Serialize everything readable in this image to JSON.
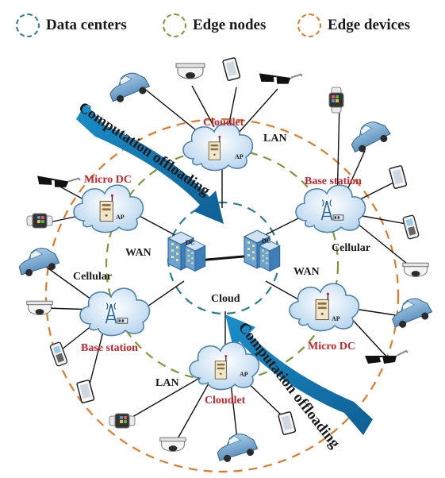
{
  "legend": {
    "items": [
      {
        "label": "Data centers",
        "color": "#2a7f8f"
      },
      {
        "label": "Edge nodes",
        "color": "#7a9a3a"
      },
      {
        "label": "Edge devices",
        "color": "#e07a2a"
      }
    ]
  },
  "center": {
    "label": "Cloud",
    "dc_label": "DC"
  },
  "nodes": {
    "cloudlet": "Cloudlet",
    "micro_dc": "Micro DC",
    "base_station": "Base station",
    "ap": "AP"
  },
  "links": {
    "lan": "LAN",
    "wan": "WAN",
    "cellular": "Cellular"
  },
  "flows": {
    "offloading": "Computation offloading"
  },
  "colors": {
    "ring_dc": "#2a7f8f",
    "ring_edge": "#7a9a3a",
    "ring_devices": "#e07a2a",
    "arrow": "#1677b3",
    "red_text": "#c0262d",
    "cloud_fill": "#cfe4f5",
    "cloud_stroke": "#4a7fa8"
  }
}
